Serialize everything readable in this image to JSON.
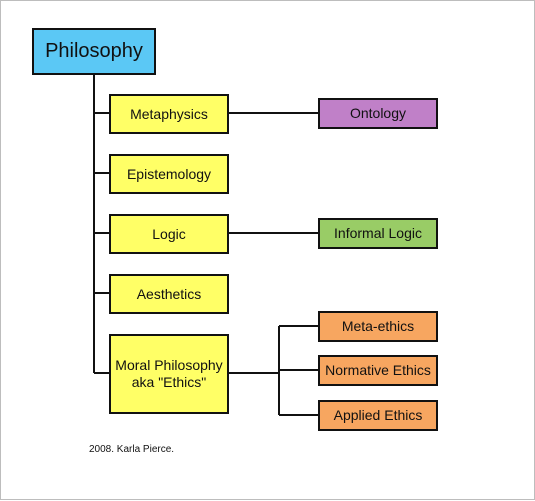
{
  "root": {
    "label": "Philosophy",
    "color": "#5bc8f5"
  },
  "branches": [
    {
      "label": "Metaphysics",
      "color": "#ffff66",
      "children": [
        {
          "label": "Ontology",
          "color": "#c080c8"
        }
      ]
    },
    {
      "label": "Epistemology",
      "color": "#ffff66",
      "children": []
    },
    {
      "label": "Logic",
      "color": "#ffff66",
      "children": [
        {
          "label": "Informal Logic",
          "color": "#99cc66"
        }
      ]
    },
    {
      "label": "Aesthetics",
      "color": "#ffff66",
      "children": []
    },
    {
      "label": "Moral Philosophy aka \"Ethics\"",
      "color": "#ffff66",
      "children": [
        {
          "label": "Meta-ethics",
          "color": "#f7a660"
        },
        {
          "label": "Normative Ethics",
          "color": "#f7a660"
        },
        {
          "label": "Applied Ethics",
          "color": "#f7a660"
        }
      ]
    }
  ],
  "credit": "2008.  Karla Pierce."
}
